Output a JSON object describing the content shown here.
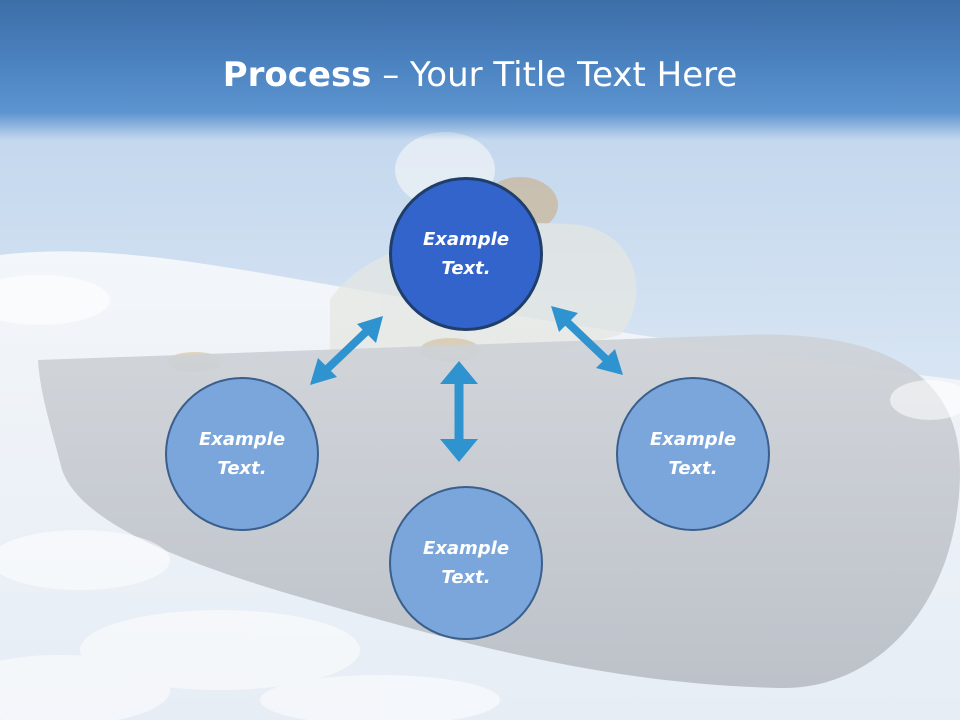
{
  "slide": {
    "title_bold": "Process",
    "title_rest": " – Your Title Text Here"
  },
  "nodes": {
    "center": "Example Text.",
    "left": "Example Text.",
    "right": "Example Text.",
    "bottom": "Example Text."
  },
  "colors": {
    "title_bar": "#4b82c0",
    "center_node": "#3364cc",
    "outer_node": "#7ba6db",
    "arrow": "#2e93cf"
  },
  "background": "snowboarder-on-snow-photo"
}
